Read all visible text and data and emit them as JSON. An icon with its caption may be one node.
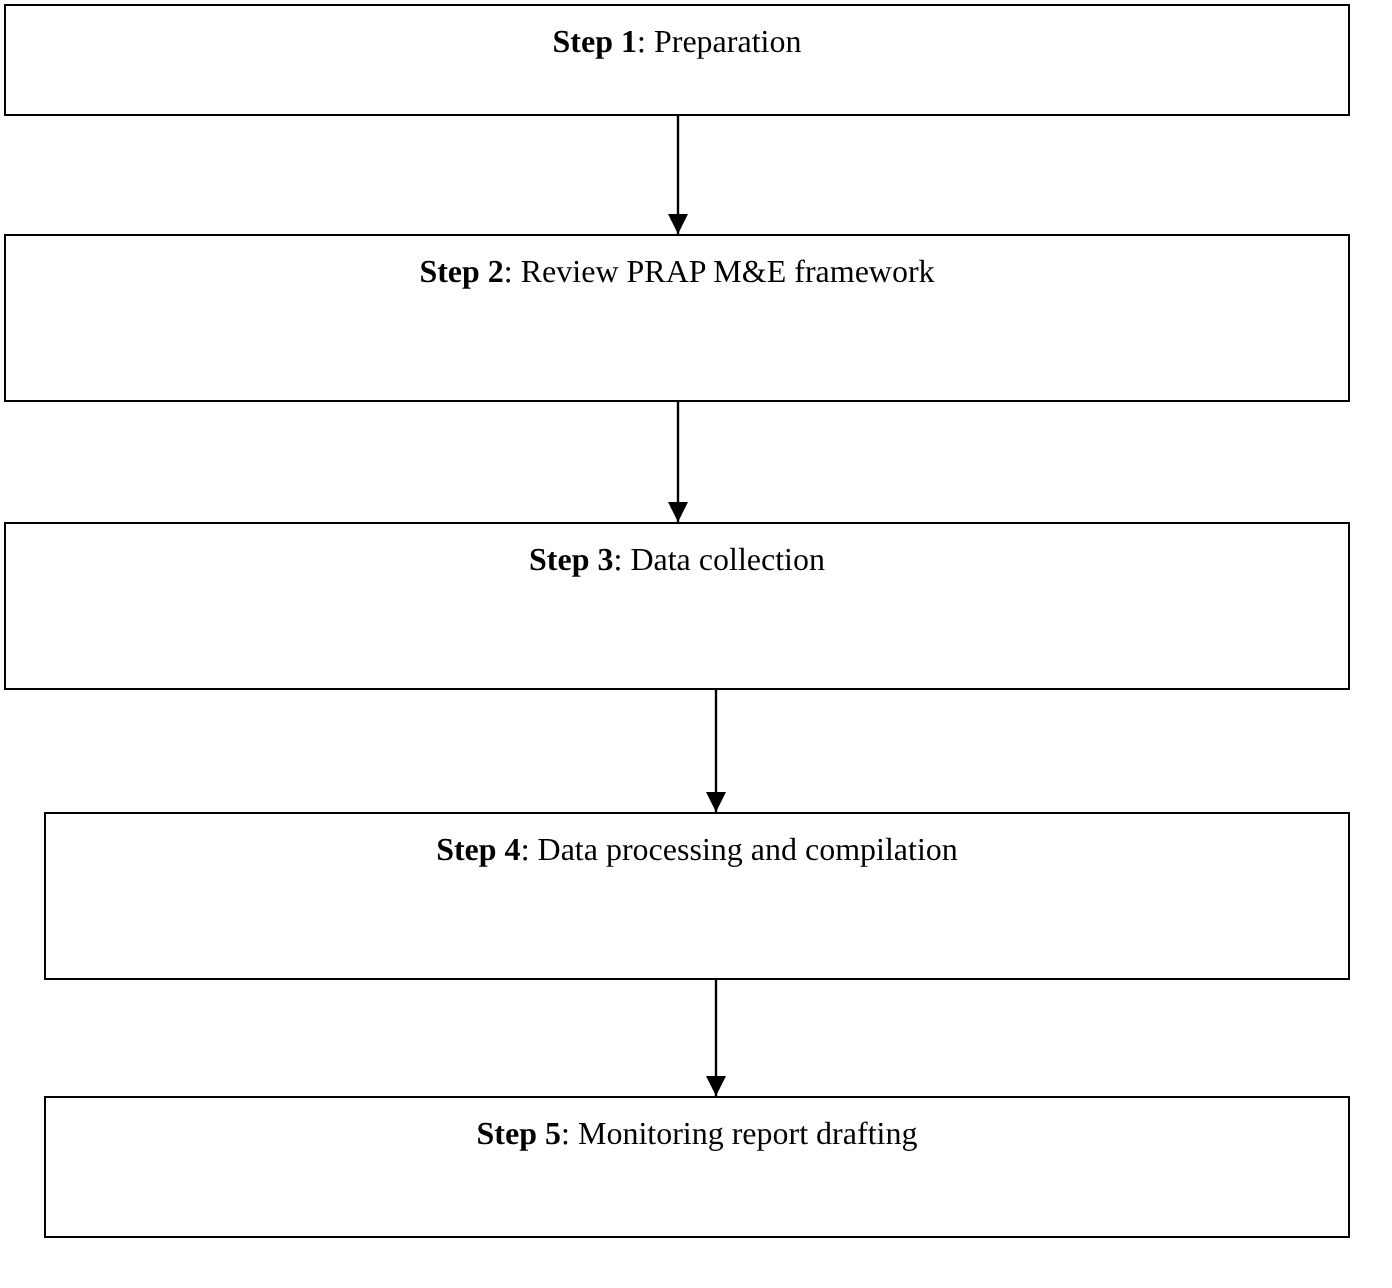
{
  "diagram": {
    "nodes": [
      {
        "text": [
          "**Step 1**: Preparation"
        ]
      },
      {
        "text": [
          "**Step 2**: Review PRAP M&E framework"
        ]
      },
      {
        "text": [
          "**Step 3**: Data collection"
        ]
      },
      {
        "text": [
          "**Step 4**: Data processing and compilation"
        ]
      },
      {
        "text": [
          "**Step 5**: Monitoring report drafting"
        ]
      }
    ],
    "edges": [
      {
        "from": 0,
        "to": 1,
        "arrow": "to"
      },
      {
        "from": 1,
        "to": 2,
        "arrow": "to"
      },
      {
        "from": 2,
        "to": 3,
        "arrow": "to"
      },
      {
        "from": 3,
        "to": 4,
        "arrow": "to"
      }
    ]
  }
}
